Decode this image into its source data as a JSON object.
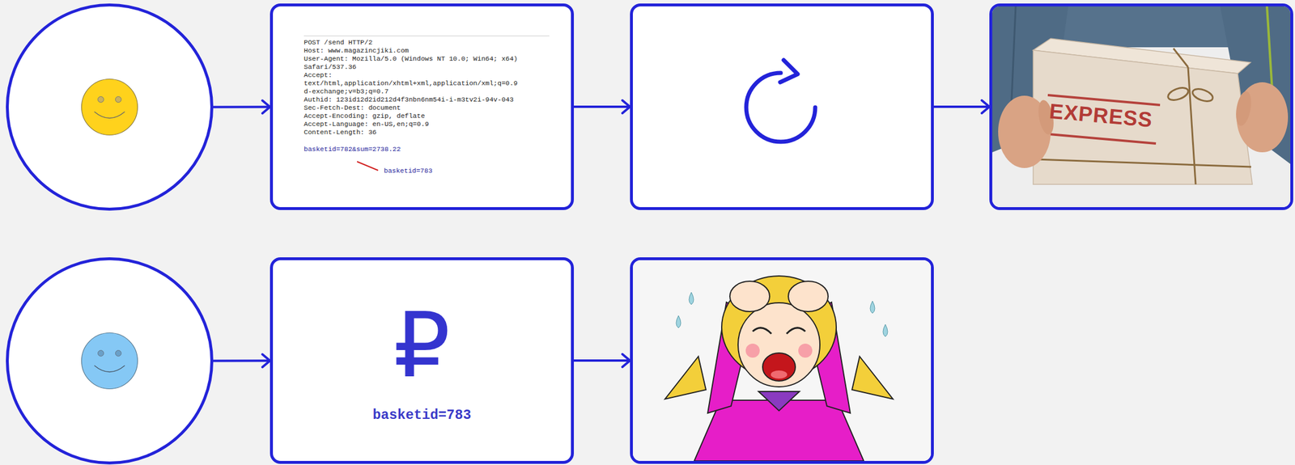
{
  "diagram": {
    "nodes": [
      {
        "text": []
      },
      {
        "text": [
          "POST /send HTTP/2",
          "Host: www.magazincjiki.com",
          "User-Agent: Mozilla/5.0 (Windows NT 10.0; Win64; x64)",
          "Safari/537.36",
          "Accept:",
          "text/html,application/xhtml+xml,application/xml;q=0.9",
          "d-exchange;v=b3;q=0.7",
          "Authid: 123id12d2id212d4f3nbn6nm54i-i-m3tv2i-94v-043",
          "Sec-Fetch-Dest: document",
          "Accept-Encoding: gzip, deflate",
          "Accept-Language: en-US,en;q=0.9",
          "Content-Length: 36",
          "basketid=782&sum=2738.22",
          "basketid=783"
        ]
      },
      {
        "text": []
      },
      {
        "text": [
          "EXPRESS"
        ]
      },
      {
        "text": []
      },
      {
        "text": [
          "₽",
          "basketid=783"
        ]
      },
      {
        "text": []
      }
    ],
    "edges": [
      {
        "from": 0,
        "to": 1,
        "arrow": "to"
      },
      {
        "from": 1,
        "to": 2,
        "arrow": "to"
      },
      {
        "from": 2,
        "to": 3,
        "arrow": "to"
      },
      {
        "from": 4,
        "to": 5,
        "arrow": "to"
      },
      {
        "from": 5,
        "to": 6,
        "arrow": "to"
      }
    ]
  }
}
